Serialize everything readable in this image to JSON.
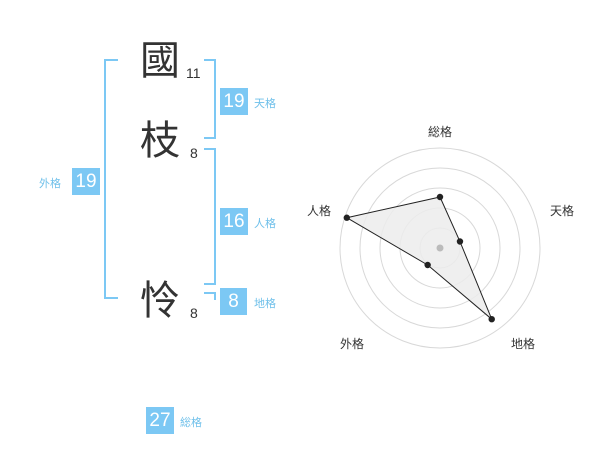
{
  "name": {
    "chars": [
      {
        "char": "國",
        "strokes": "11"
      },
      {
        "char": "枝",
        "strokes": "8"
      },
      {
        "char": "怜",
        "strokes": "8"
      }
    ]
  },
  "fortune": {
    "tenkaku": {
      "value": "19",
      "label": "天格"
    },
    "jinkaku": {
      "value": "16",
      "label": "人格"
    },
    "chikaku": {
      "value": "8",
      "label": "地格"
    },
    "gaikaku": {
      "value": "19",
      "label": "外格"
    },
    "soukaku": {
      "value": "27",
      "label": "総格"
    }
  },
  "radar": {
    "axes": [
      "総格",
      "天格",
      "地格",
      "外格",
      "人格"
    ],
    "values": [
      0.51,
      0.21,
      0.88,
      0.21,
      0.98
    ],
    "colors": {
      "ring": "#d8d8d8",
      "fill": "#ececec",
      "line": "#222222",
      "center": "#bbbbbb"
    }
  },
  "colors": {
    "accent": "#7cc8f4",
    "label": "#6fc0ea"
  }
}
